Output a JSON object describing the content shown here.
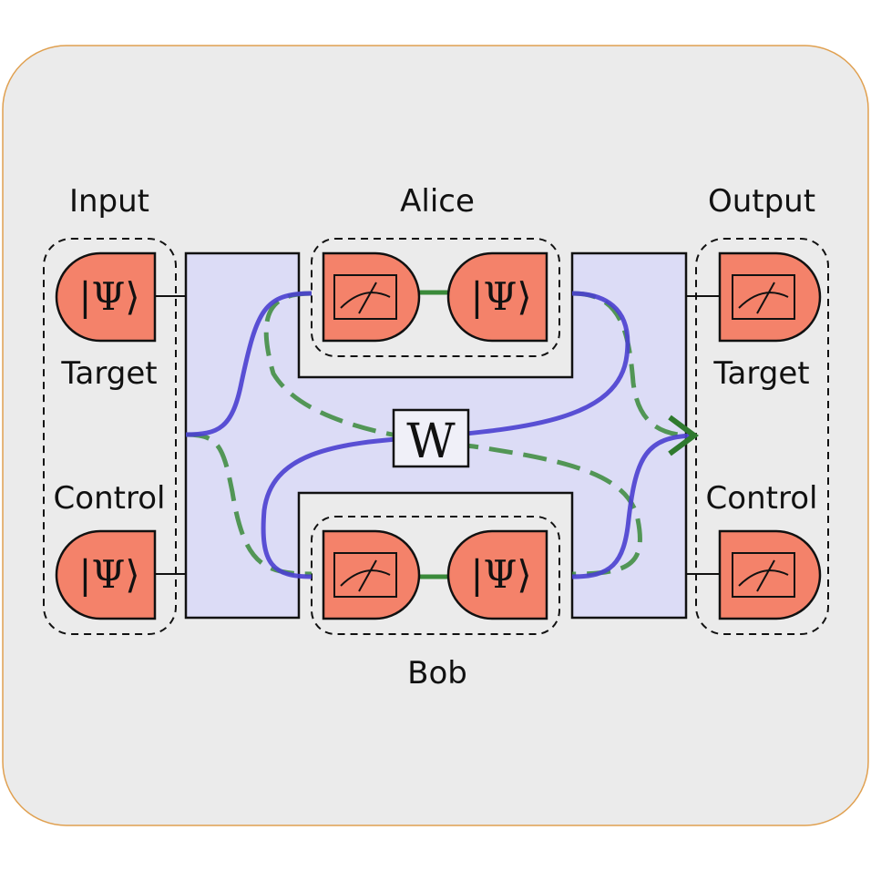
{
  "labels": {
    "input": "Input",
    "output": "Output",
    "alice": "Alice",
    "bob": "Bob",
    "input_target": "Target",
    "input_control": "Control",
    "output_target": "Target",
    "output_control": "Control"
  },
  "state_symbol": "|Ψ⟩",
  "operator": "W",
  "colors": {
    "background": "#ebebeb",
    "frame_border": "#e0a050",
    "device_fill": "#f4826a",
    "beam_splitter_fill": "#dcdcf6",
    "blue_path": "#4a3fd0",
    "green_path": "#3a8a3a"
  }
}
